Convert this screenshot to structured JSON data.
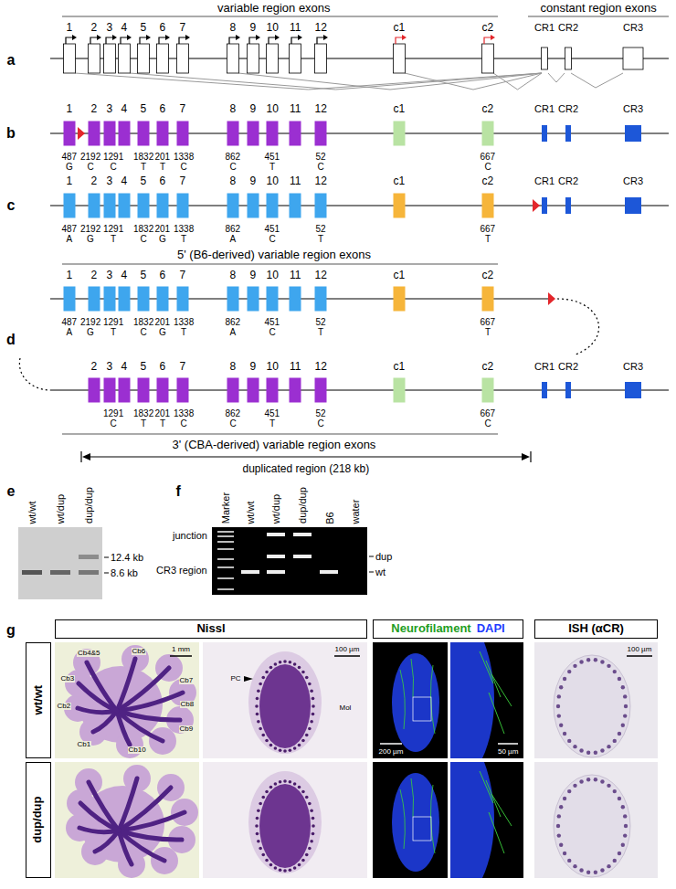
{
  "diagram": {
    "nodes": [
      {
        "text": [
          "Nissl"
        ]
      },
      {
        "text": [
          "Neurofilament",
          "DAPI"
        ]
      },
      {
        "text": [
          "ISH (αCR)"
        ]
      },
      {
        "text": [
          "wt/wt"
        ]
      },
      {
        "text": [
          "dup/dup"
        ]
      }
    ],
    "labels": [
      "variable region exons",
      "constant region exons",
      "a",
      "1",
      "2",
      "3",
      "4",
      "5",
      "6",
      "7",
      "8",
      "9",
      "10",
      "11",
      "12",
      "c1",
      "c2",
      "CR1",
      "CR2",
      "CR3",
      "b",
      "1",
      "2",
      "3",
      "4",
      "5",
      "6",
      "7",
      "8",
      "9",
      "10",
      "11",
      "12",
      "c1",
      "c2",
      "CR1",
      "CR2",
      "CR3",
      "487",
      "G",
      "2192",
      "C",
      "1291",
      "C",
      "1832",
      "T",
      "201",
      "T",
      "1338",
      "C",
      "862",
      "C",
      "451",
      "T",
      "52",
      "C",
      "667",
      "C",
      "c",
      "1",
      "2",
      "3",
      "4",
      "5",
      "6",
      "7",
      "8",
      "9",
      "10",
      "11",
      "12",
      "c1",
      "c2",
      "CR1",
      "CR2",
      "CR3",
      "487",
      "A",
      "2192",
      "G",
      "1291",
      "T",
      "1832",
      "C",
      "201",
      "G",
      "1338",
      "T",
      "862",
      "A",
      "451",
      "C",
      "52",
      "T",
      "667",
      "T",
      "5' (B6-derived) variable region exons",
      "d",
      "1",
      "2",
      "3",
      "4",
      "5",
      "6",
      "7",
      "8",
      "9",
      "10",
      "11",
      "12",
      "c1",
      "c2",
      "487",
      "A",
      "2192",
      "G",
      "1291",
      "T",
      "1832",
      "C",
      "201",
      "G",
      "1338",
      "T",
      "862",
      "A",
      "451",
      "C",
      "52",
      "T",
      "667",
      "T",
      "2",
      "3",
      "4",
      "5",
      "6",
      "7",
      "8",
      "9",
      "10",
      "11",
      "12",
      "c1",
      "c2",
      "CR1",
      "CR2",
      "CR3",
      "1291",
      "C",
      "1832",
      "T",
      "201",
      "T",
      "1338",
      "C",
      "862",
      "C",
      "451",
      "T",
      "52",
      "C",
      "667",
      "C",
      "3' (CBA-derived) variable region exons",
      "duplicated region (218 kb)",
      "e",
      "wt/wt",
      "wt/dup",
      "dup/dup",
      "12.4 kb",
      "8.6 kb",
      "f",
      "Marker",
      "wt/wt",
      "wt/dup",
      "dup/dup",
      "B6",
      "water",
      "junction",
      "CR3 region",
      "dup",
      "wt",
      "g",
      "Cb4&5",
      "Cb6",
      "Cb3",
      "Cb7",
      "Cb2",
      "Cb8",
      "Cb9",
      "Cb1",
      "Cb10",
      "1 mm",
      "100 µm",
      "PC",
      "Mol",
      "200 µm",
      "50 µm",
      "100 µm"
    ]
  }
}
